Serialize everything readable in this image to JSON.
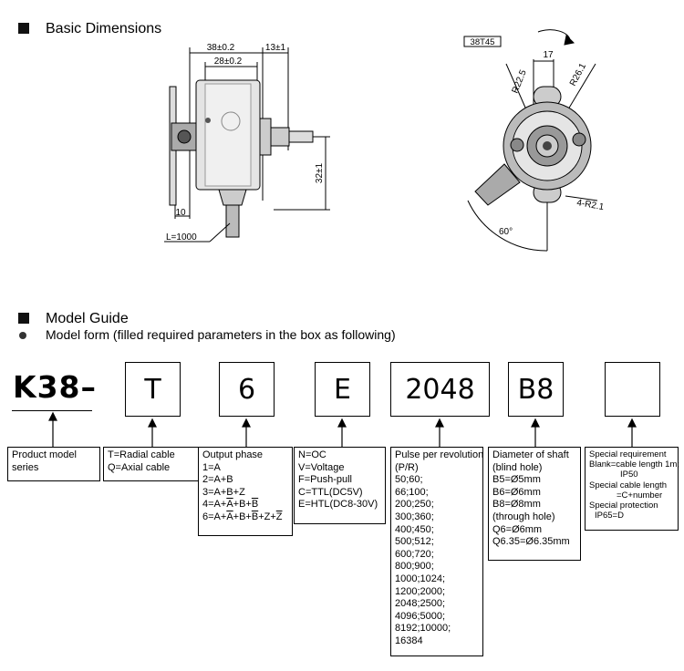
{
  "sections": {
    "dimensions_title": "Basic Dimensions",
    "model_title": "Model Guide",
    "model_form_note": "Model form (filled required parameters in the box as following)"
  },
  "drawing": {
    "dim_38": "38±0.2",
    "dim_13": "13±1",
    "dim_28": "28±0.2",
    "dim_32": "32±1",
    "dim_10": "10",
    "cable_length": "L=1000",
    "flange_label": "38T45",
    "dim_17": "17",
    "r22": "R22.5",
    "r26": "R26.1",
    "r2": "4-R2.1",
    "angle": "60°"
  },
  "model": {
    "prefix": "K38–",
    "boxes": [
      "T",
      "6",
      "E",
      "2048",
      "B8",
      ""
    ]
  },
  "descriptions": {
    "series": [
      "Product model",
      "series"
    ],
    "cable": [
      "T=Radial cable",
      "Q=Axial cable"
    ],
    "phase": {
      "title": "Output phase",
      "l1": "1=A",
      "l2": "2=A+B",
      "l3": "3=A+B+Z",
      "l4": [
        "4=A+",
        "A",
        "+B+",
        "B"
      ],
      "l6": [
        "6=A+",
        "A",
        "+B+",
        "B",
        "+Z+",
        "Z"
      ]
    },
    "output": [
      "N=OC",
      "V=Voltage",
      "F=Push-pull",
      "C=TTL(DC5V)",
      "E=HTL(DC8-30V)"
    ],
    "pulse": {
      "title": [
        "Pulse per revolution",
        "(P/R)"
      ],
      "pairs": [
        [
          "50;",
          "60;"
        ],
        [
          "66;",
          "100;"
        ],
        [
          "200;",
          "250;"
        ],
        [
          "300;",
          "360;"
        ],
        [
          "400;",
          "450;"
        ],
        [
          "500;",
          "512;"
        ],
        [
          "600;",
          "720;"
        ],
        [
          "800;",
          "900;"
        ],
        [
          "1000;",
          "1024;"
        ],
        [
          "1200;",
          "2000;"
        ],
        [
          "2048;",
          "2500;"
        ],
        [
          "4096;",
          "5000;"
        ],
        [
          "8192;",
          "10000;"
        ]
      ],
      "last": "16384"
    },
    "shaft": [
      "Diameter of shaft",
      "(blind hole)",
      "B5=Ø5mm",
      "B6=Ø6mm",
      "B8=Ø8mm",
      "(through hole)",
      "Q6=Ø6mm",
      "Q6.35=Ø6.35mm"
    ],
    "special": [
      "Special requirement",
      "Blank=cable length 1m;",
      "IP50",
      "Special cable length",
      "=C+number",
      "Special protection",
      "IP65=D"
    ]
  }
}
